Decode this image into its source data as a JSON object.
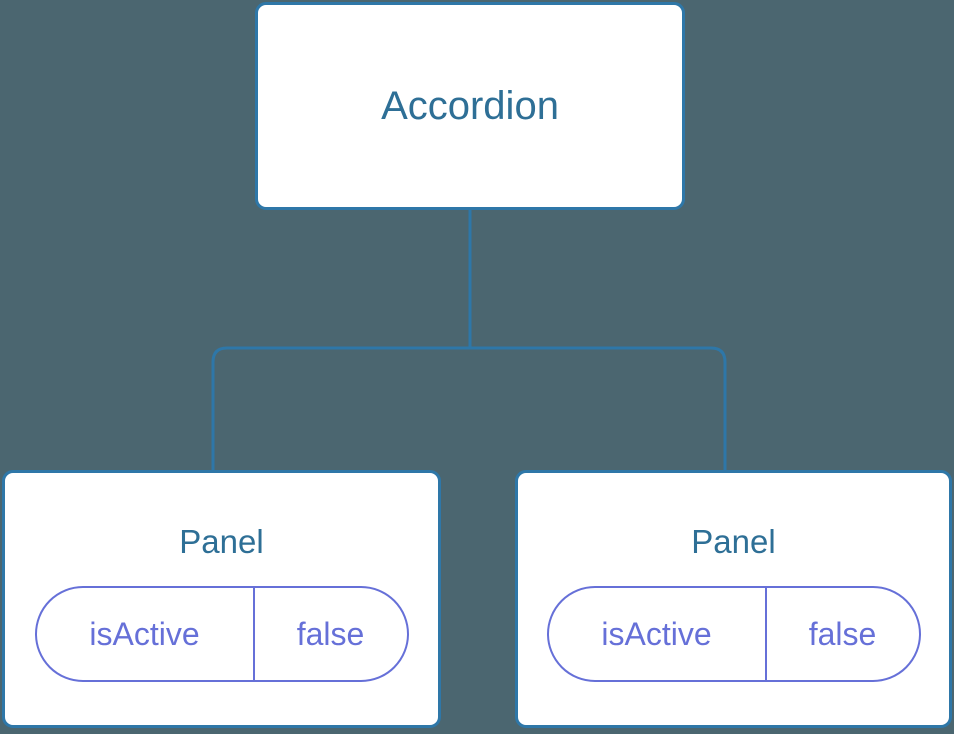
{
  "diagram": {
    "type": "component-tree",
    "background_color": "#4b6670",
    "node_border_color": "#2e77a8",
    "node_fill_color": "#ffffff",
    "title_color": "#2e6f96",
    "connector_color": "#2e77a8",
    "badge_color": "#6670d8",
    "root": {
      "label": "Accordion"
    },
    "children": [
      {
        "label": "Panel",
        "props": [
          {
            "key": "isActive",
            "value": "false"
          }
        ]
      },
      {
        "label": "Panel",
        "props": [
          {
            "key": "isActive",
            "value": "false"
          }
        ]
      }
    ]
  }
}
